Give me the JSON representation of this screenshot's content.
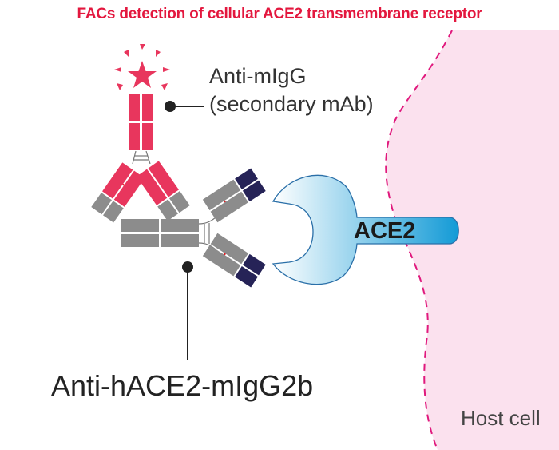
{
  "title": "FACs detection of cellular ACE2 transmembrane receptor",
  "labels": {
    "secondary_line1": "Anti-mIgG",
    "secondary_line2": "(secondary mAb)",
    "primary": "Anti-hACE2-mIgG2b",
    "receptor": "ACE2",
    "cell": "Host cell"
  },
  "icons": {
    "fluorophore": "star-burst-icon",
    "secondary_antibody": "antibody-y-icon",
    "primary_antibody": "antibody-y-icon",
    "receptor": "wrench-receptor-icon",
    "callout": "pin-dot-icon"
  },
  "colors": {
    "title": "#e3173e",
    "secondary_antibody": "#e8365d",
    "antibody_constant": "#8c8c8c",
    "primary_variable": "#262357",
    "disulfide": "#e3171e",
    "receptor_fill_start": "#ffffff",
    "receptor_fill_end": "#129ad6",
    "receptor_stroke": "#2a6fa8",
    "cell_fill": "#fbe1ee",
    "cell_membrane": "#e0197d",
    "text": "#333333"
  }
}
